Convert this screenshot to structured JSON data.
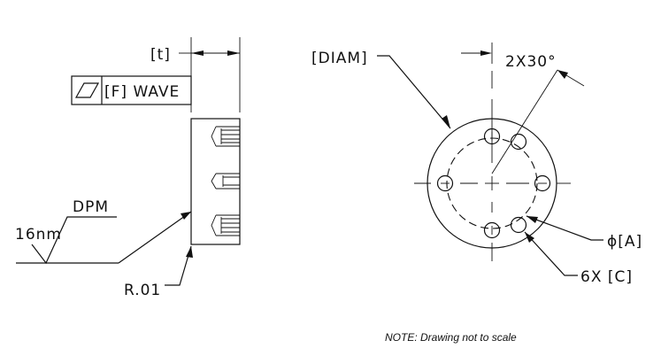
{
  "side_view": {
    "thickness_label": "[t]",
    "flatness_tolerance": "[F] WAVE",
    "surface_finish_method": "DPM",
    "surface_finish_value": "16nm",
    "edge_radius": "R.01"
  },
  "front_view": {
    "diameter_label": "[DIAM]",
    "angle_label": "2X30°",
    "hole_diameter_label": "ϕ[A]",
    "hole_count_label": "6X [C]"
  },
  "note": "NOTE: Drawing not to scale"
}
